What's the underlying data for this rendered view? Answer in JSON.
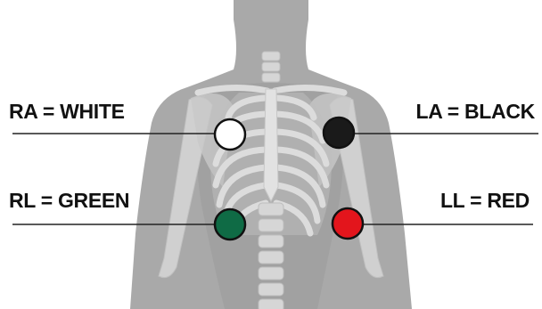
{
  "electrodes": [
    {
      "id": "ra",
      "label": "RA = WHITE",
      "color": "#ffffff"
    },
    {
      "id": "la",
      "label": "LA = BLACK",
      "color": "#1a1a1a"
    },
    {
      "id": "rl",
      "label": "RL = GREEN",
      "color": "#0f6b45"
    },
    {
      "id": "ll",
      "label": "LL = RED",
      "color": "#e3151c"
    }
  ],
  "colors": {
    "body": "#a9a9a9",
    "body_shadow": "#999999",
    "bone": "#dcdcdc",
    "bone_edge": "#c4c4c4",
    "electrode_ring": "#111111",
    "leader_line": "#222222"
  }
}
